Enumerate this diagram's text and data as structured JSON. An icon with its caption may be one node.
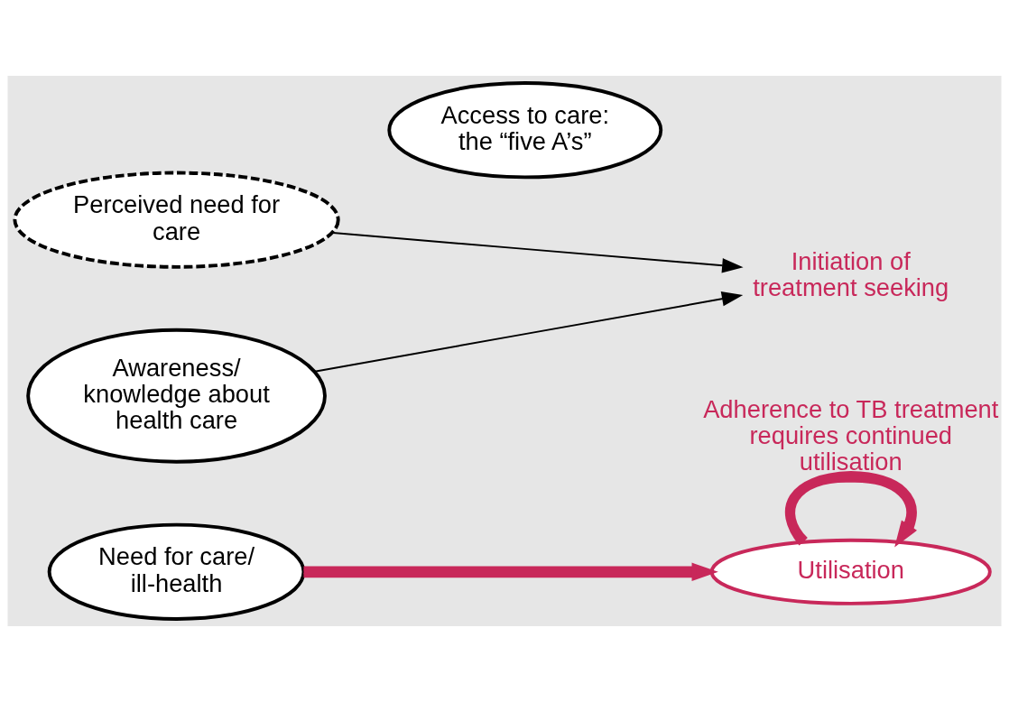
{
  "diagram": {
    "nodes": [
      {
        "text": [
          "Need for care/ ill-health"
        ]
      },
      {
        "text": [
          "Perceived need for care"
        ]
      },
      {
        "text": [
          "Access to care:",
          "the “five A’s”"
        ]
      },
      {
        "text": [
          "Utilisation"
        ]
      },
      {
        "text": [
          "Awareness/ knowledge about health care"
        ]
      },
      {
        "text": [
          "Initiation of treatment seeking"
        ]
      }
    ],
    "edges": [
      {
        "from": 0,
        "to": 3,
        "arrow": "to",
        "style": "thick",
        "color": "#c8285a"
      },
      {
        "from": 3,
        "to": 3,
        "arrow": "to",
        "style": "thick",
        "color": "#c8285a",
        "label": "Adherence to TB treatment requires continued utilisation"
      },
      {
        "from": 1,
        "to": 5,
        "arrow": "to",
        "color": "#000000"
      },
      {
        "from": 4,
        "to": 5,
        "arrow": "to",
        "color": "#000000"
      }
    ]
  }
}
